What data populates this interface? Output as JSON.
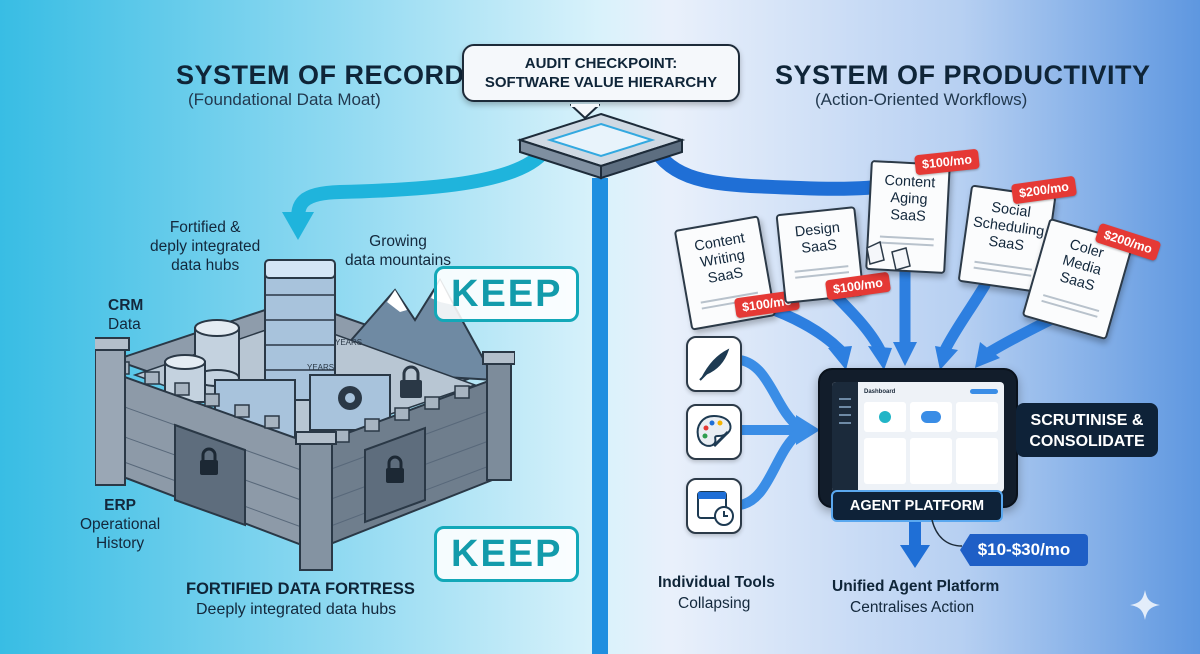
{
  "audit": {
    "line1": "AUDIT CHECKPOINT:",
    "line2": "SOFTWARE VALUE HIERARCHY"
  },
  "left": {
    "title": "SYSTEM OF RECORD",
    "subtitle": "(Foundational Data Moat)",
    "hubs_label": [
      "Fortified &",
      "deply integrated",
      "data hubs"
    ],
    "mountains_label": [
      "Growing",
      "data mountains"
    ],
    "crm_label": [
      "CRM",
      "Data"
    ],
    "erp_label": [
      "ERP",
      "Operational",
      "History"
    ],
    "keep_1": "KEEP",
    "keep_2": "KEEP",
    "footer_title": "FORTIFIED DATA FORTRESS",
    "footer_subtitle": "Deeply integrated data hubs",
    "server_tag_1": "YEARS",
    "server_tag_2": "YEARS"
  },
  "right": {
    "title": "SYSTEM OF PRODUCTIVITY",
    "subtitle": "(Action-Oriented Workflows)",
    "docs": [
      {
        "lines": [
          "Content",
          "Writing",
          "SaaS"
        ],
        "price": "$100/mo"
      },
      {
        "lines": [
          "Design",
          "SaaS"
        ],
        "price": "$100/mo"
      },
      {
        "lines": [
          "Content",
          "Aging",
          "SaaS"
        ],
        "price": "$100/mo"
      },
      {
        "lines": [
          "Social",
          "Scheduling",
          "SaaS"
        ],
        "price": "$200/mo"
      },
      {
        "lines": [
          "Coler",
          "Media",
          "SaaS"
        ],
        "price": "$200/mo"
      }
    ],
    "tools": [
      "feather-quill-icon",
      "palette-icon",
      "calendar-clock-icon"
    ],
    "tablet_title": "Dashboard",
    "agent_platform": "AGENT PLATFORM",
    "scrutinise": [
      "SCRUTINISE &",
      "CONSOLIDATE"
    ],
    "price_range": "$10-$30/mo",
    "footer_left_title": "Individual Tools",
    "footer_left_subtitle": "Collapsing",
    "footer_right_title": "Unified Agent Platform",
    "footer_right_subtitle": "Centralises Action"
  },
  "colors": {
    "teal": "#13a8b8",
    "blue_arrow": "#1f6fd6",
    "cyan_arrow": "#1fb4dc",
    "price_red": "#e53935",
    "dark_navy": "#0e2238"
  }
}
